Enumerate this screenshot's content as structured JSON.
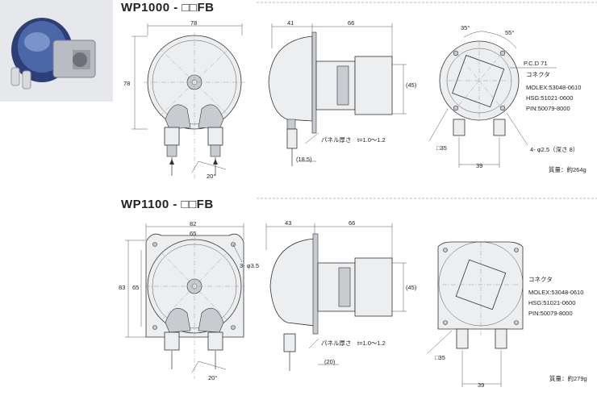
{
  "sections": [
    {
      "title": "WP1000 - □□FB",
      "front": {
        "width": "78",
        "height": "78",
        "angle": "20°"
      },
      "side": {
        "depth_a": "41",
        "depth_b": "66",
        "height": "(45)",
        "panel": "パネル厚さ　t=1.0～1.2",
        "offset": "(18.5)"
      },
      "back": {
        "angle_a": "35°",
        "angle_b": "55°",
        "pcd": "P.C.D 71",
        "connector": "コネクタ",
        "molex": "MOLEX:53048-0610",
        "hsg": "HSG:51021-0600",
        "pin": "PIN:50079-8000",
        "hole": "4- φ2.5（深さ 8）",
        "square": "□35",
        "width": "39",
        "mass": "質量：約264g"
      }
    },
    {
      "title": "WP1100 - □□FB",
      "front": {
        "width_outer": "82",
        "width_inner": "65",
        "height_outer": "83",
        "height_inner": "65",
        "holes": "3- φ3.5",
        "angle": "20°"
      },
      "side": {
        "depth_a": "43",
        "depth_b": "66",
        "height": "(45)",
        "panel": "パネル厚さ　t=1.0～1.2",
        "offset": "(20)"
      },
      "back": {
        "connector": "コネクタ",
        "molex": "MOLEX:53048-0610",
        "hsg": "HSG:51021-0600",
        "pin": "PIN:50079-8000",
        "square": "□35",
        "width": "39",
        "mass": "質量：約279g"
      }
    }
  ],
  "colors": {
    "accent": "#3a5a9a",
    "line": "#333333"
  }
}
